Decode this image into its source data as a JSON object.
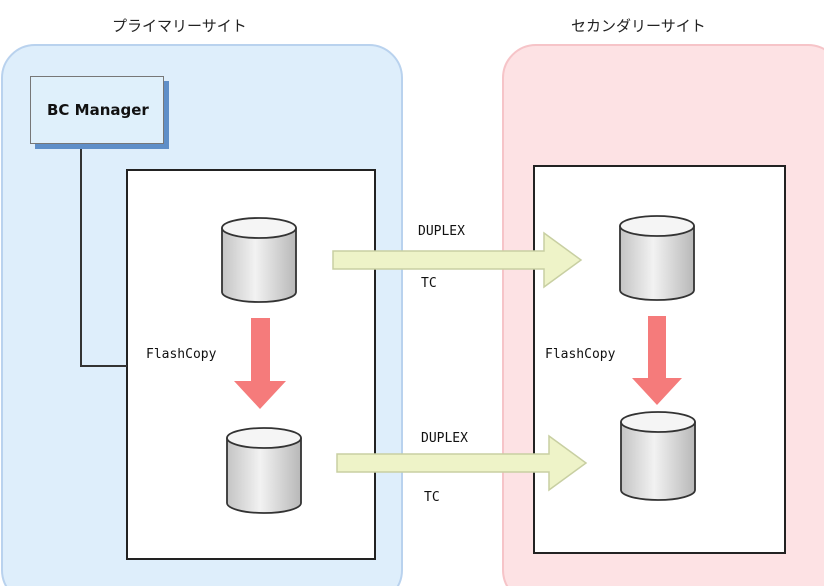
{
  "sites": {
    "primary": {
      "label": "プライマリーサイト",
      "fill": "#deeefb",
      "border": "#b9d2ee"
    },
    "secondary": {
      "label": "セカンダリーサイト",
      "fill": "#fde2e4",
      "border": "#f6c4c8"
    }
  },
  "bc_manager": {
    "label": "BC Manager",
    "fill": "#dff0fb",
    "shadow": "#5f8fc8"
  },
  "volumes": [
    {
      "id": "primary-upper",
      "icon": "cylinder-volume-icon"
    },
    {
      "id": "primary-lower",
      "icon": "cylinder-volume-icon"
    },
    {
      "id": "secondary-upper",
      "icon": "cylinder-volume-icon"
    },
    {
      "id": "secondary-lower",
      "icon": "cylinder-volume-icon"
    }
  ],
  "flashcopy": {
    "primary_label": "FlashCopy",
    "secondary_label": "FlashCopy",
    "arrow_color": "#f57b7b"
  },
  "tc_links": [
    {
      "status": "DUPLEX",
      "type": "TC"
    },
    {
      "status": "DUPLEX",
      "type": "TC"
    }
  ],
  "tc_arrow_color": "#eef3c8",
  "tc_arrow_border": "#c8cfa2"
}
